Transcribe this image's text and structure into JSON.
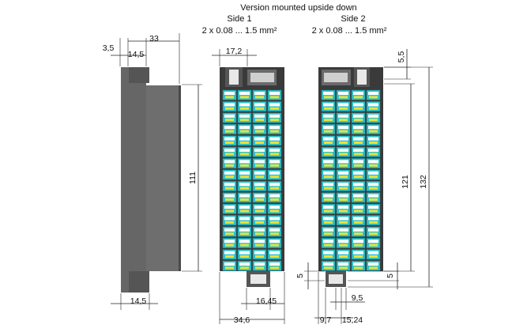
{
  "header": {
    "title": "Version mounted upside down",
    "side1": {
      "label": "Side 1",
      "wire": "2 x 0.08 ... 1.5 mm²"
    },
    "side2": {
      "label": "Side 2",
      "wire": "2 x 0.08 ... 1.5 mm²"
    }
  },
  "side_view": {
    "width_total": "33",
    "offset_left": "3,5",
    "rail_depth": "14,5",
    "height": "111",
    "bottom_depth": "14,5"
  },
  "side1_view": {
    "connector_width": "17,2",
    "bottom_connector": "16,45",
    "total_width": "34,6"
  },
  "side2_view": {
    "top_offset": "5,5",
    "inner_height": "121",
    "total_height": "132",
    "left_offset": "5",
    "right_offset": "5",
    "pin_offset": "9,5",
    "left_margin": "9,7",
    "pitch": "15,24"
  },
  "colors": {
    "housing": "#3a3a3a",
    "housing_side": "#6e6e6e",
    "terminal": "#2fc1c8",
    "terminal_edge": "#1a7c83",
    "contact": "#e8e23a"
  }
}
